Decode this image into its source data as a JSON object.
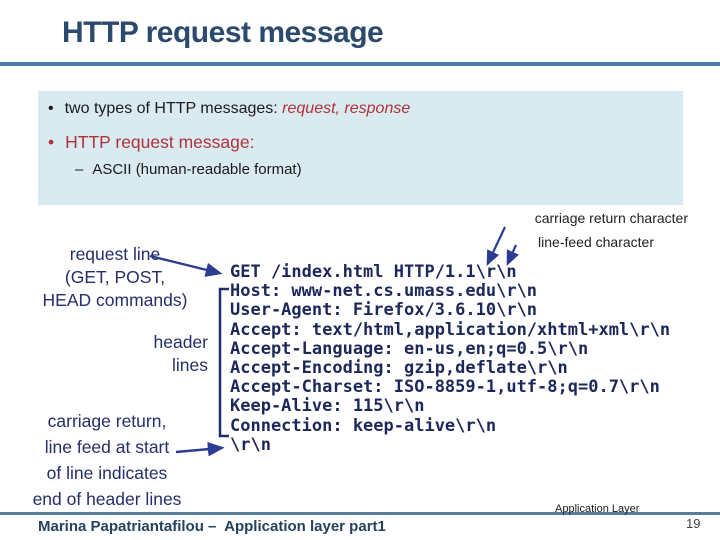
{
  "title": "HTTP request message",
  "bullets": {
    "marker": "•",
    "item1_text": "two types of HTTP messages: ",
    "item1_emphasis": "request, response",
    "item2_text": "HTTP request message:",
    "sub_item_dash": "–",
    "sub_item_text": "ASCII (human-readable format)"
  },
  "annotations": {
    "carriage_return": "carriage return character",
    "line_feed": "line-feed character",
    "request_line": [
      "request line",
      "(GET, POST,",
      "HEAD commands)"
    ],
    "header_lines": [
      "header",
      "lines"
    ],
    "end_of_headers": [
      "carriage return,",
      "line feed at start",
      "of line indicates",
      "end of header lines"
    ]
  },
  "code": {
    "lines": [
      "GET /index.html HTTP/1.1\\r\\n",
      "Host: www-net.cs.umass.edu\\r\\n",
      "User-Agent: Firefox/3.6.10\\r\\n",
      "Accept: text/html,application/xhtml+xml\\r\\n",
      "Accept-Language: en-us,en;q=0.5\\r\\n",
      "Accept-Encoding: gzip,deflate\\r\\n",
      "Accept-Charset: ISO-8859-1,utf-8;q=0.7\\r\\n",
      "Keep-Alive: 115\\r\\n",
      "Connection: keep-alive\\r\\n",
      "\\r\\n"
    ]
  },
  "footer": {
    "credit": "Marina Papatriantafilou –  Application layer part1",
    "section": "Application Layer",
    "page": "19"
  },
  "colors": {
    "title": "#2c4a6e",
    "rule": "#4d7ba9",
    "box_bg": "#daeaf1",
    "red": "#ae3238",
    "navy_label": "#232e6b",
    "code": "#1c2859",
    "arrow": "#2c3c92",
    "footer_rule": "#577d9c",
    "footer_text": "#24425f",
    "body_text": "#1a1a1a",
    "page_number": "#404040"
  }
}
